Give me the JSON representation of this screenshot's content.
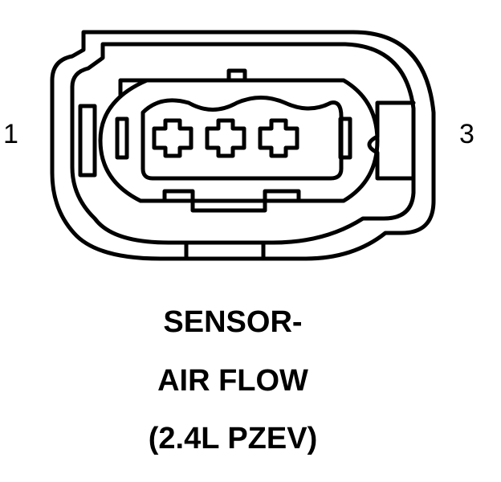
{
  "diagram": {
    "pin_labels": {
      "left": "1",
      "right": "3"
    },
    "caption": [
      "SENSOR-",
      "AIR FLOW",
      "(2.4L PZEV)"
    ],
    "line_color": "#000000",
    "background_color": "#ffffff"
  }
}
